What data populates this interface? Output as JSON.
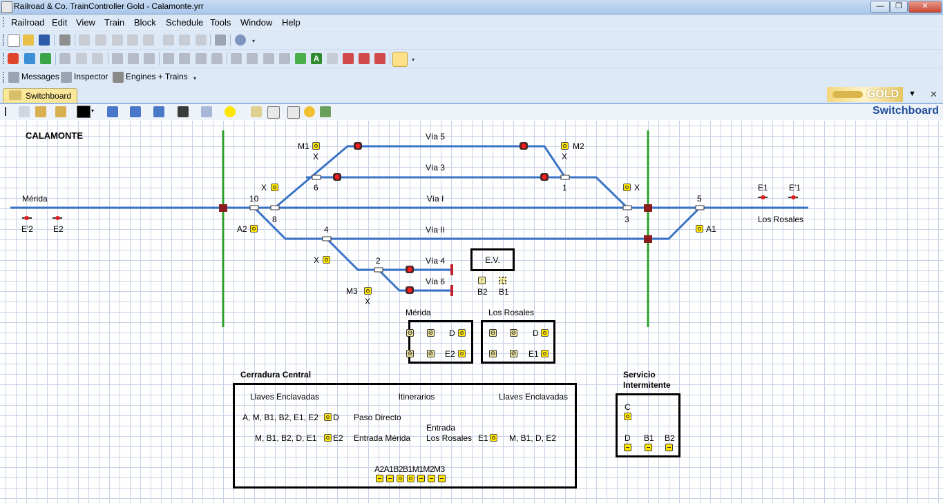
{
  "window": {
    "title": "Railroad & Co. TrainController Gold - Calamonte.yrr",
    "min_glyph": "—",
    "max_glyph": "❐",
    "close_glyph": "✕"
  },
  "menu": [
    "Railroad",
    "Edit",
    "View",
    "Train",
    "Block",
    "Schedule",
    "Tools",
    "Window",
    "Help"
  ],
  "toolbar3": {
    "messages": "Messages",
    "inspector": "Inspector",
    "engines": "Engines + Trains"
  },
  "tab": {
    "label": "Switchboard"
  },
  "brand": {
    "badge": "GOLD",
    "view_title": "Switchboard"
  },
  "colors": {
    "track": "#3a73c6",
    "fence": "#2aa12a",
    "occupied": "#e02020",
    "signal": "#ffe600"
  },
  "layout": {
    "station": "CALAMONTE",
    "merida": "Mérida",
    "los_rosales": "Los Rosales",
    "via5": "Vía 5",
    "via3": "Vía 3",
    "via1": "Vía I",
    "via2": "Vía II",
    "via4": "Vía 4",
    "via6": "Vía 6",
    "ev": "E.V.",
    "b2": "B2",
    "b1": "B1",
    "m1": "M1",
    "m2": "M2",
    "m3": "M3",
    "a1": "A1",
    "a2": "A2",
    "e1": "E1",
    "e1p": "E'1",
    "e2": "E2",
    "e2p": "E'2",
    "x": "X",
    "d": "D",
    "n10": "10",
    "n8": "8",
    "n6": "6",
    "n4": "4",
    "n2": "2",
    "n1": "1",
    "n3": "3",
    "n5": "5",
    "panel_merida": "Mérida",
    "panel_rosales": "Los Rosales"
  },
  "central": {
    "title": "Cerradura Central",
    "llaves_left": "Llaves Enclavadas",
    "itinerarios": "Itinerarios",
    "llaves_right": "Llaves Enclavadas",
    "row1_keys": "A, M, B1, B2, E1, E2",
    "row1_btn": "D",
    "row1_route": "Paso Directo",
    "row2_keys": "M, B1, B2, D, E1",
    "row2_btn": "E2",
    "row2_route": "Entrada Mérida",
    "entrada": "Entrada",
    "los_rosales": "Los Rosales",
    "e1": "E1",
    "row2_right_keys": "M, B1, D, E2",
    "key_row": "A2A1B2B1M1M2M3"
  },
  "servicio": {
    "title1": "Servicio",
    "title2": "Intermitente",
    "c": "C",
    "d": "D",
    "b1": "B1",
    "b2": "B2"
  }
}
